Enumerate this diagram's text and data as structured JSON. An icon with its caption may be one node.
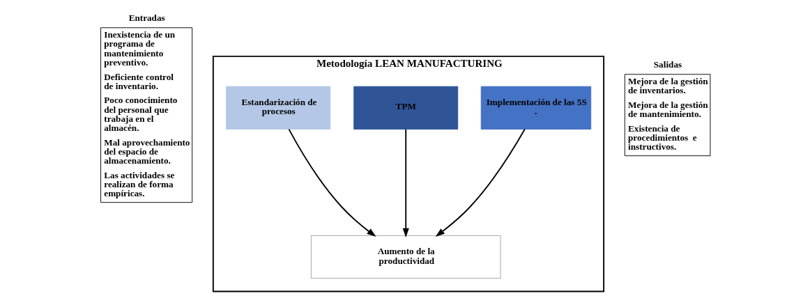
{
  "diagram": {
    "nodes": [
      {
        "text": [
          "Entradas",
          "Inexistencia de un programa de mantenimiento preventivo.",
          "Deficiente control de inventario.",
          "Poco conocimiento del personal que trabaja en el almacén.",
          "Mal aprovechamiento del espacio de almacenamiento.",
          "Las actividades se realizan de forma empíricas."
        ]
      },
      {
        "text": [
          "Metodología LEAN MANUFACTURING"
        ]
      },
      {
        "text": [
          "Implementación de las 5S ."
        ],
        "in": 1
      },
      {
        "text": [
          "TPM"
        ],
        "in": 1
      },
      {
        "text": [
          "Estandarización de procesos"
        ],
        "in": 1
      },
      {
        "text": [
          "Aumento de la productividad"
        ],
        "in": 1
      },
      {
        "text": [
          "Salidas",
          "Mejora de la gestión de inventarios.",
          "Mejora de la gestión de mantenimiento.",
          "Existencia de procedimientos  e instructivos."
        ]
      }
    ],
    "edges": [
      {
        "from": 2,
        "to": 5,
        "arrow": "to"
      },
      {
        "from": 3,
        "to": 5,
        "arrow": "to"
      },
      {
        "from": 4,
        "to": 5,
        "arrow": "to"
      }
    ]
  }
}
